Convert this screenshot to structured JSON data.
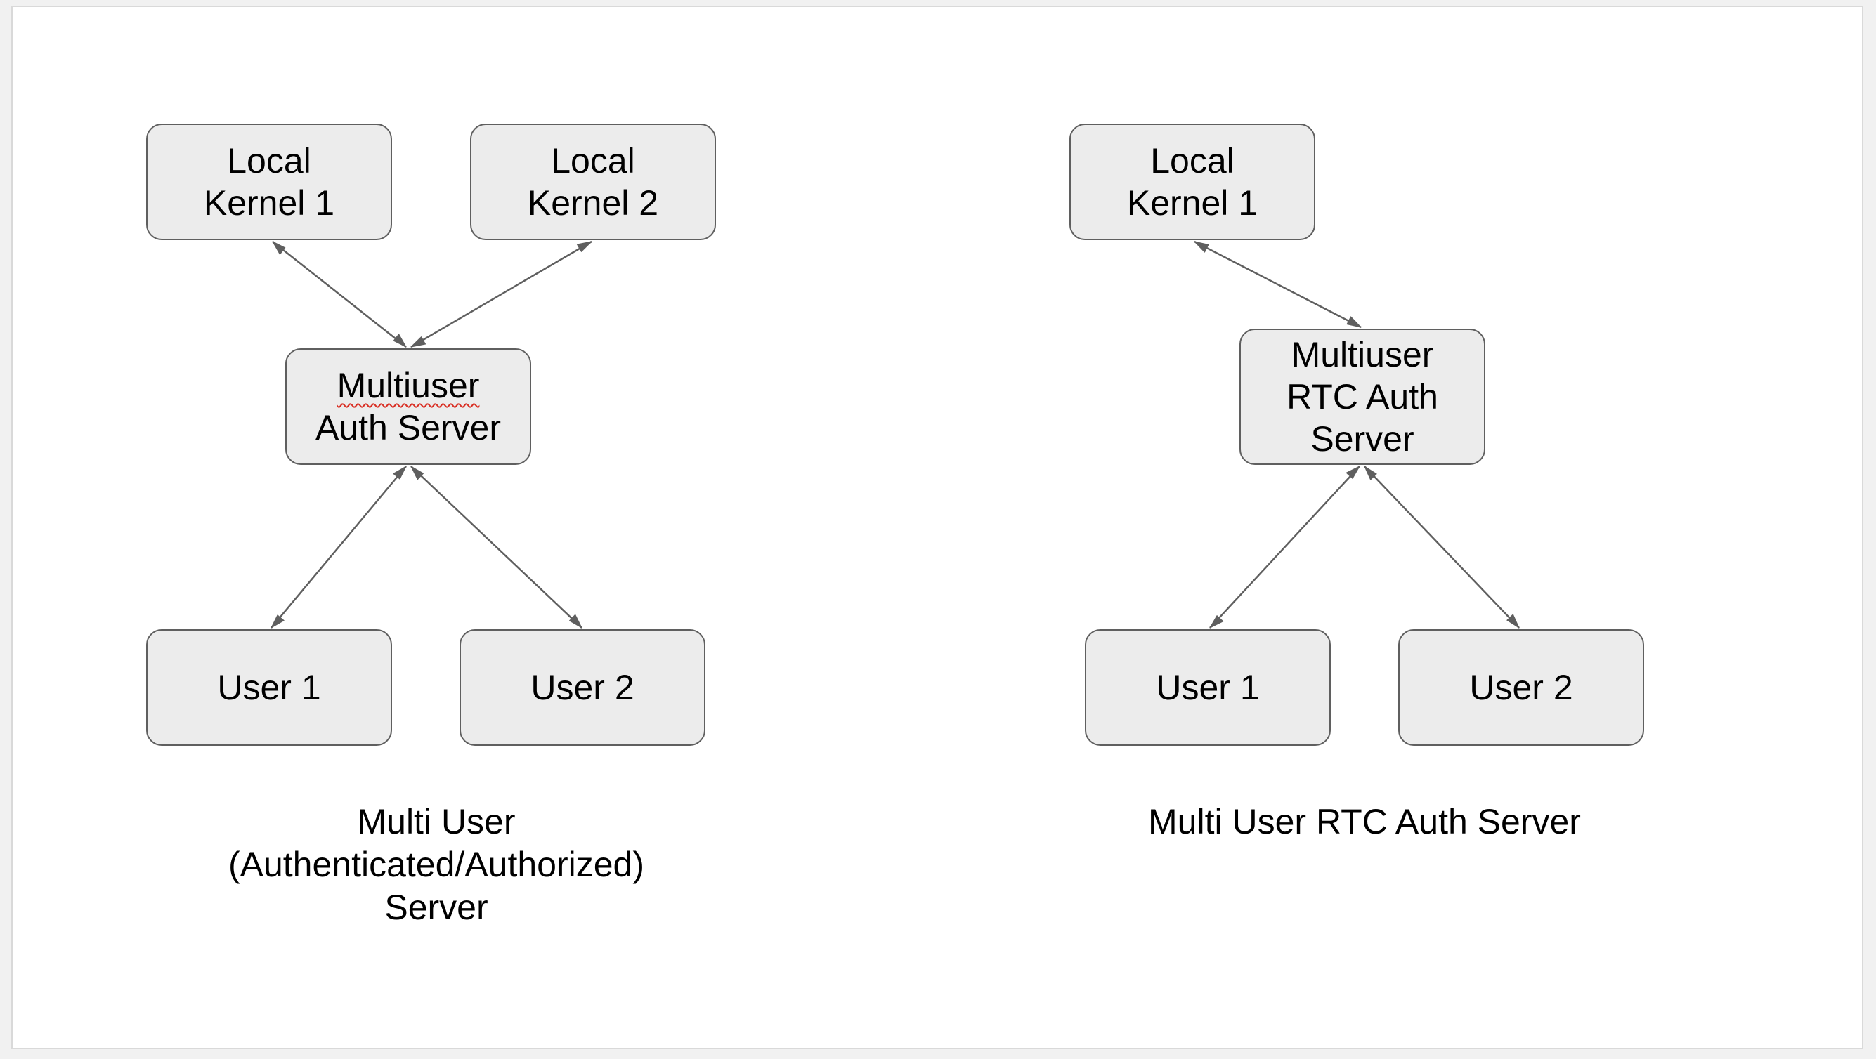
{
  "diagrams": [
    {
      "nodes": {
        "kernel1": {
          "lines": [
            "Local",
            "Kernel 1"
          ]
        },
        "kernel2": {
          "lines": [
            "Local",
            "Kernel 2"
          ]
        },
        "server": {
          "lines": [
            "Multiuser",
            "Auth Server"
          ]
        },
        "user1": {
          "lines": [
            "User 1"
          ]
        },
        "user2": {
          "lines": [
            "User 2"
          ]
        }
      },
      "caption": [
        "Multi User",
        "(Authenticated/Authorized)",
        "Server"
      ]
    },
    {
      "nodes": {
        "kernel1": {
          "lines": [
            "Local",
            "Kernel 1"
          ]
        },
        "server": {
          "lines": [
            "Multiuser",
            "RTC Auth",
            "Server"
          ]
        },
        "user1": {
          "lines": [
            "User 1"
          ]
        },
        "user2": {
          "lines": [
            "User 2"
          ]
        }
      },
      "caption": [
        "Multi User RTC Auth Server"
      ]
    }
  ],
  "connections": [
    {
      "diagram": 0,
      "from": "server",
      "to": "kernel1",
      "style": "bidirectional-arrow"
    },
    {
      "diagram": 0,
      "from": "server",
      "to": "kernel2",
      "style": "bidirectional-arrow"
    },
    {
      "diagram": 0,
      "from": "server",
      "to": "user1",
      "style": "bidirectional-arrow"
    },
    {
      "diagram": 0,
      "from": "server",
      "to": "user2",
      "style": "bidirectional-arrow"
    },
    {
      "diagram": 1,
      "from": "server",
      "to": "kernel1",
      "style": "bidirectional-arrow"
    },
    {
      "diagram": 1,
      "from": "server",
      "to": "user1",
      "style": "bidirectional-arrow"
    },
    {
      "diagram": 1,
      "from": "server",
      "to": "user2",
      "style": "bidirectional-arrow"
    }
  ],
  "colors": {
    "node_fill": "#ececec",
    "node_border": "#5f5f5f",
    "arrow": "#5f5f5f",
    "spellcheck_underline": "#d93025"
  }
}
